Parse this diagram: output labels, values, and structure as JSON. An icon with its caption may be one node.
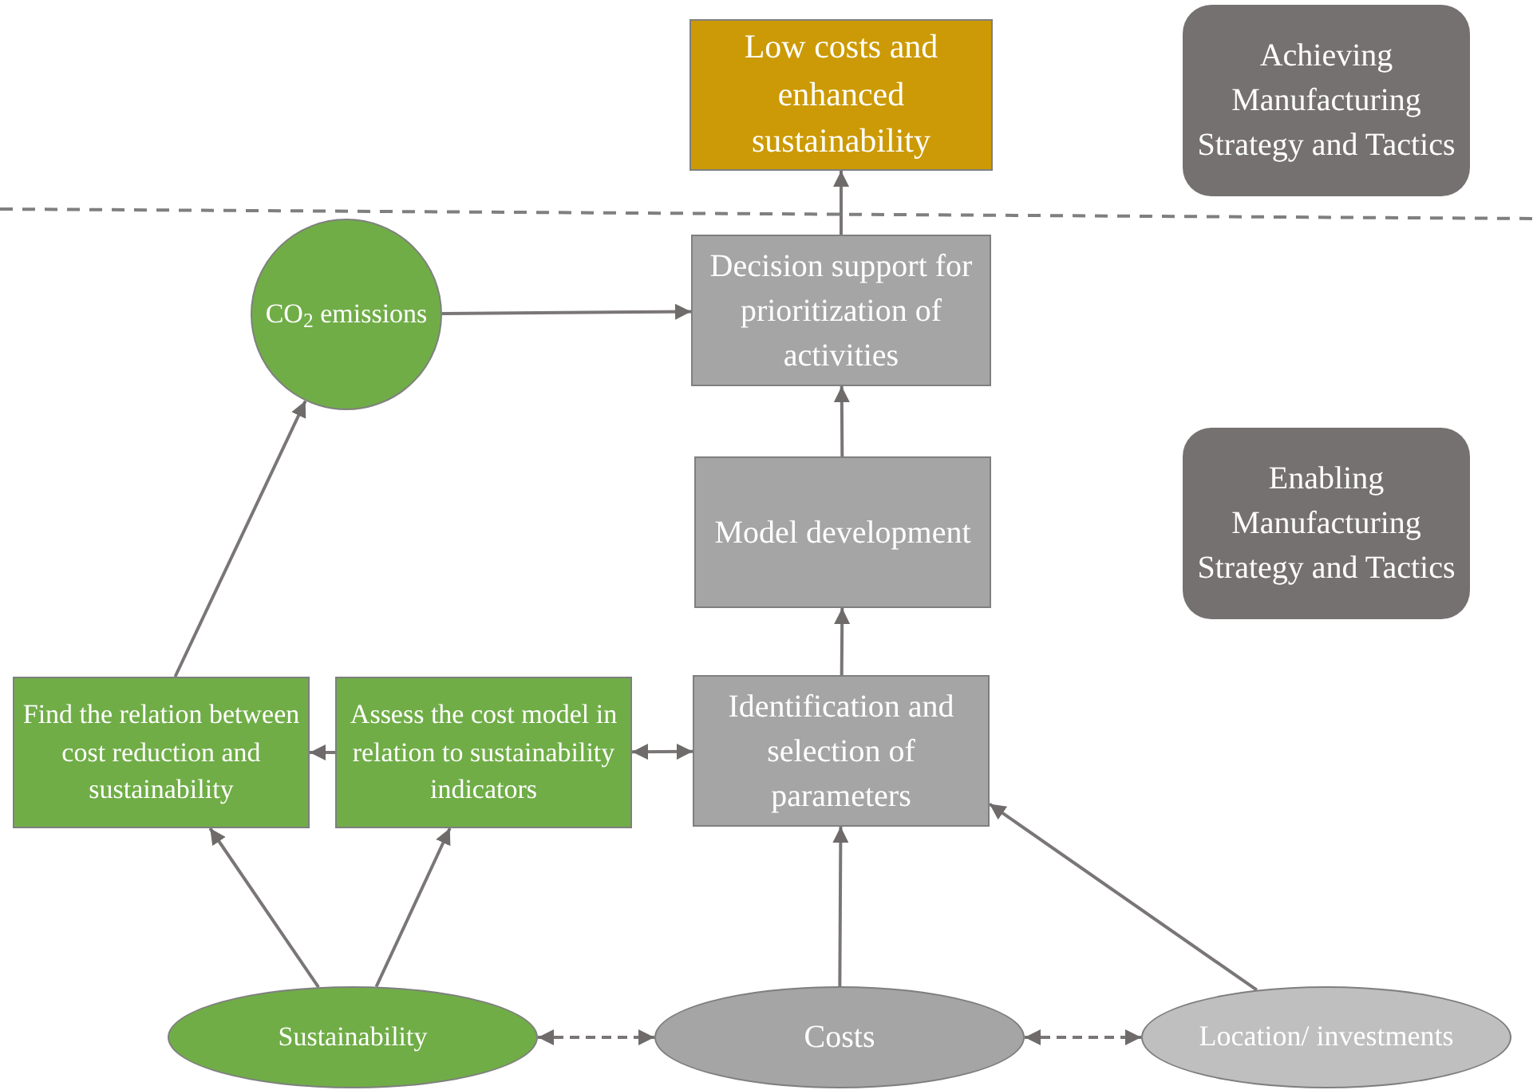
{
  "diagram": {
    "nodes": [
      {
        "text": [
          "Low costs and enhanced sustainability"
        ]
      },
      {
        "text": [
          "Achieving Manufacturing Strategy and Tactics"
        ]
      },
      {
        "text": [
          "CO$_{2}$ emissions"
        ]
      },
      {
        "text": [
          "Decision support for prioritization of activities"
        ]
      },
      {
        "text": [
          "Enabling Manufacturing Strategy and Tactics"
        ]
      },
      {
        "text": [
          "Model development"
        ]
      },
      {
        "text": [
          "Find the relation between cost reduction and sustainability"
        ]
      },
      {
        "text": [
          "Assess the cost model in relation to sustainability indicators"
        ]
      },
      {
        "text": [
          "Identification and selection of parameters"
        ]
      },
      {
        "text": [
          "Sustainability"
        ]
      },
      {
        "text": [
          "Costs"
        ]
      },
      {
        "text": [
          "Location/ investments"
        ]
      }
    ],
    "edges": [
      {
        "from": 3,
        "to": 0,
        "arrow": "to"
      },
      {
        "from": 2,
        "to": 3,
        "arrow": "to"
      },
      {
        "from": 5,
        "to": 3,
        "arrow": "to"
      },
      {
        "from": 8,
        "to": 5,
        "arrow": "to"
      },
      {
        "from": 6,
        "to": 2,
        "arrow": "to"
      },
      {
        "from": 7,
        "to": 6,
        "arrow": "to"
      },
      {
        "from": 7,
        "to": 8,
        "arrow": "both"
      },
      {
        "from": 9,
        "to": 6,
        "arrow": "to"
      },
      {
        "from": 9,
        "to": 7,
        "arrow": "to"
      },
      {
        "from": 10,
        "to": 8,
        "arrow": "to"
      },
      {
        "from": 11,
        "to": 8,
        "arrow": "to"
      },
      {
        "from": 9,
        "to": 10,
        "arrow": "both",
        "style": "dashed"
      },
      {
        "from": 10,
        "to": 11,
        "arrow": "both",
        "style": "dashed"
      }
    ]
  }
}
